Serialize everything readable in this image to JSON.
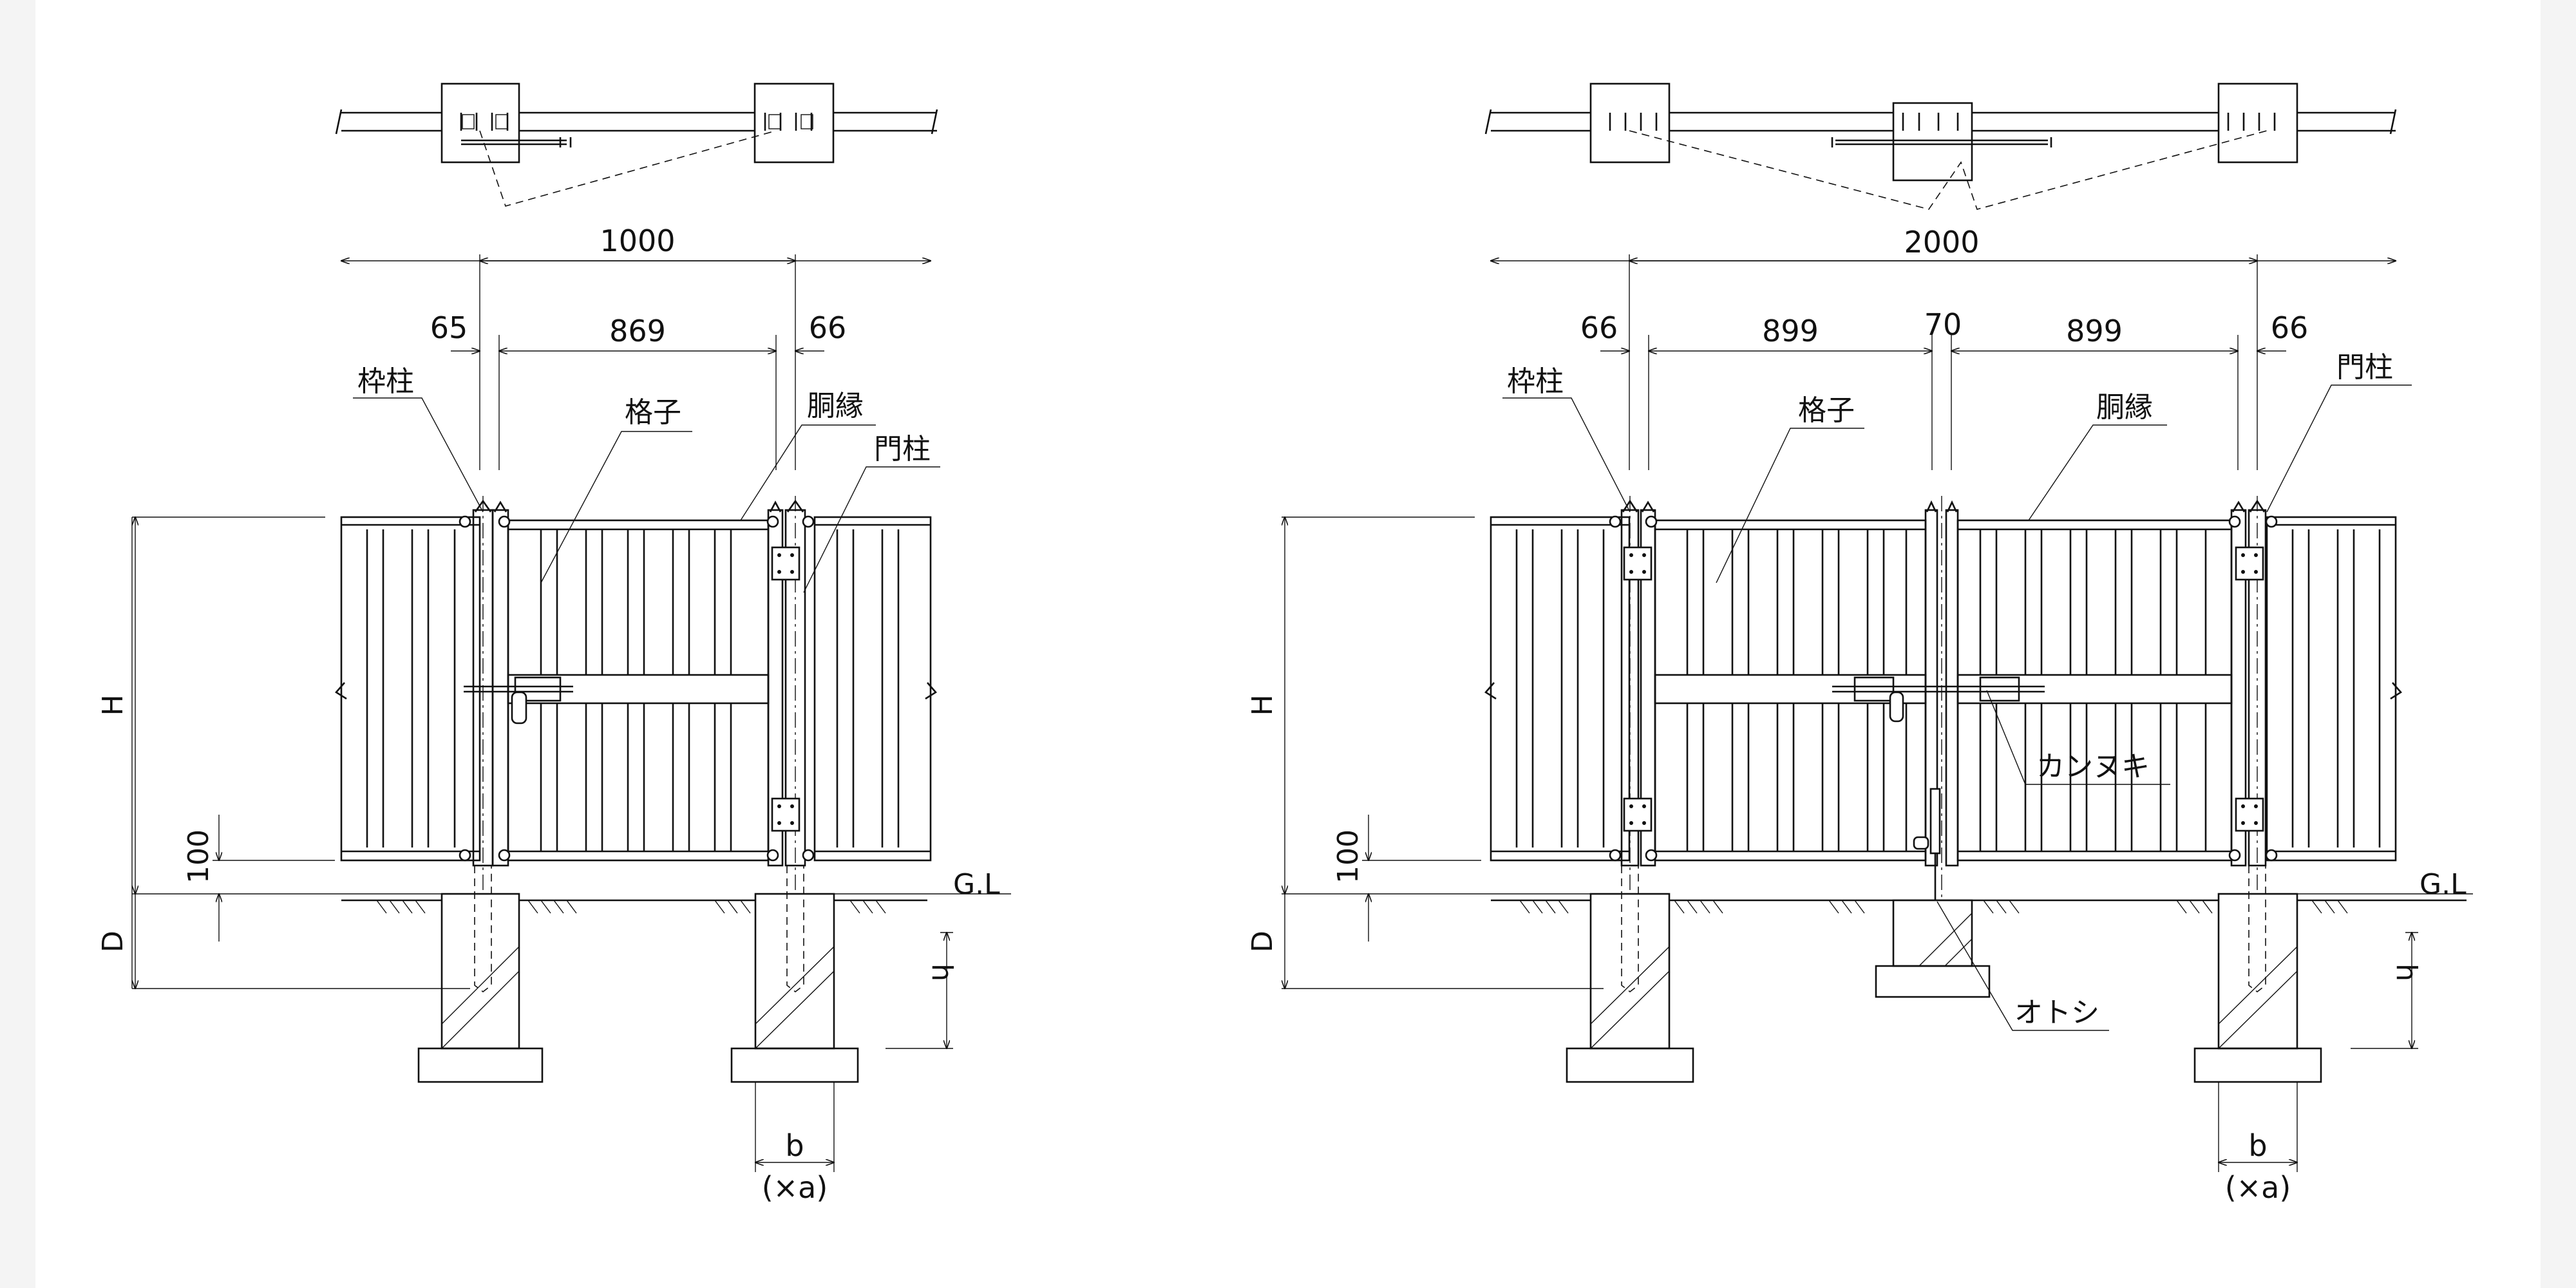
{
  "drawings": [
    {
      "id": "single-gate",
      "dims": {
        "total": "1000",
        "left": "65",
        "mid": "869",
        "right": "66"
      },
      "labels": {
        "frame_post": "枠柱",
        "lattice": "格子",
        "rail": "胴縁",
        "gate_post": "門柱"
      },
      "height_labels": {
        "H": "H",
        "offset": "100",
        "D": "D",
        "h": "h"
      },
      "ground": "G.L",
      "footing": {
        "b": "b",
        "a": "(×a)"
      }
    },
    {
      "id": "double-gate",
      "dims": {
        "total": "2000",
        "left": "66",
        "mid_left": "899",
        "center": "70",
        "mid_right": "899",
        "right": "66"
      },
      "labels": {
        "frame_post": "枠柱",
        "lattice": "格子",
        "rail": "胴縁",
        "gate_post": "門柱",
        "bolt": "カンヌキ",
        "drop_rod": "オトシ"
      },
      "height_labels": {
        "H": "H",
        "offset": "100",
        "D": "D",
        "h": "h"
      },
      "ground": "G.L",
      "footing": {
        "b": "b",
        "a": "(×a)"
      }
    }
  ]
}
